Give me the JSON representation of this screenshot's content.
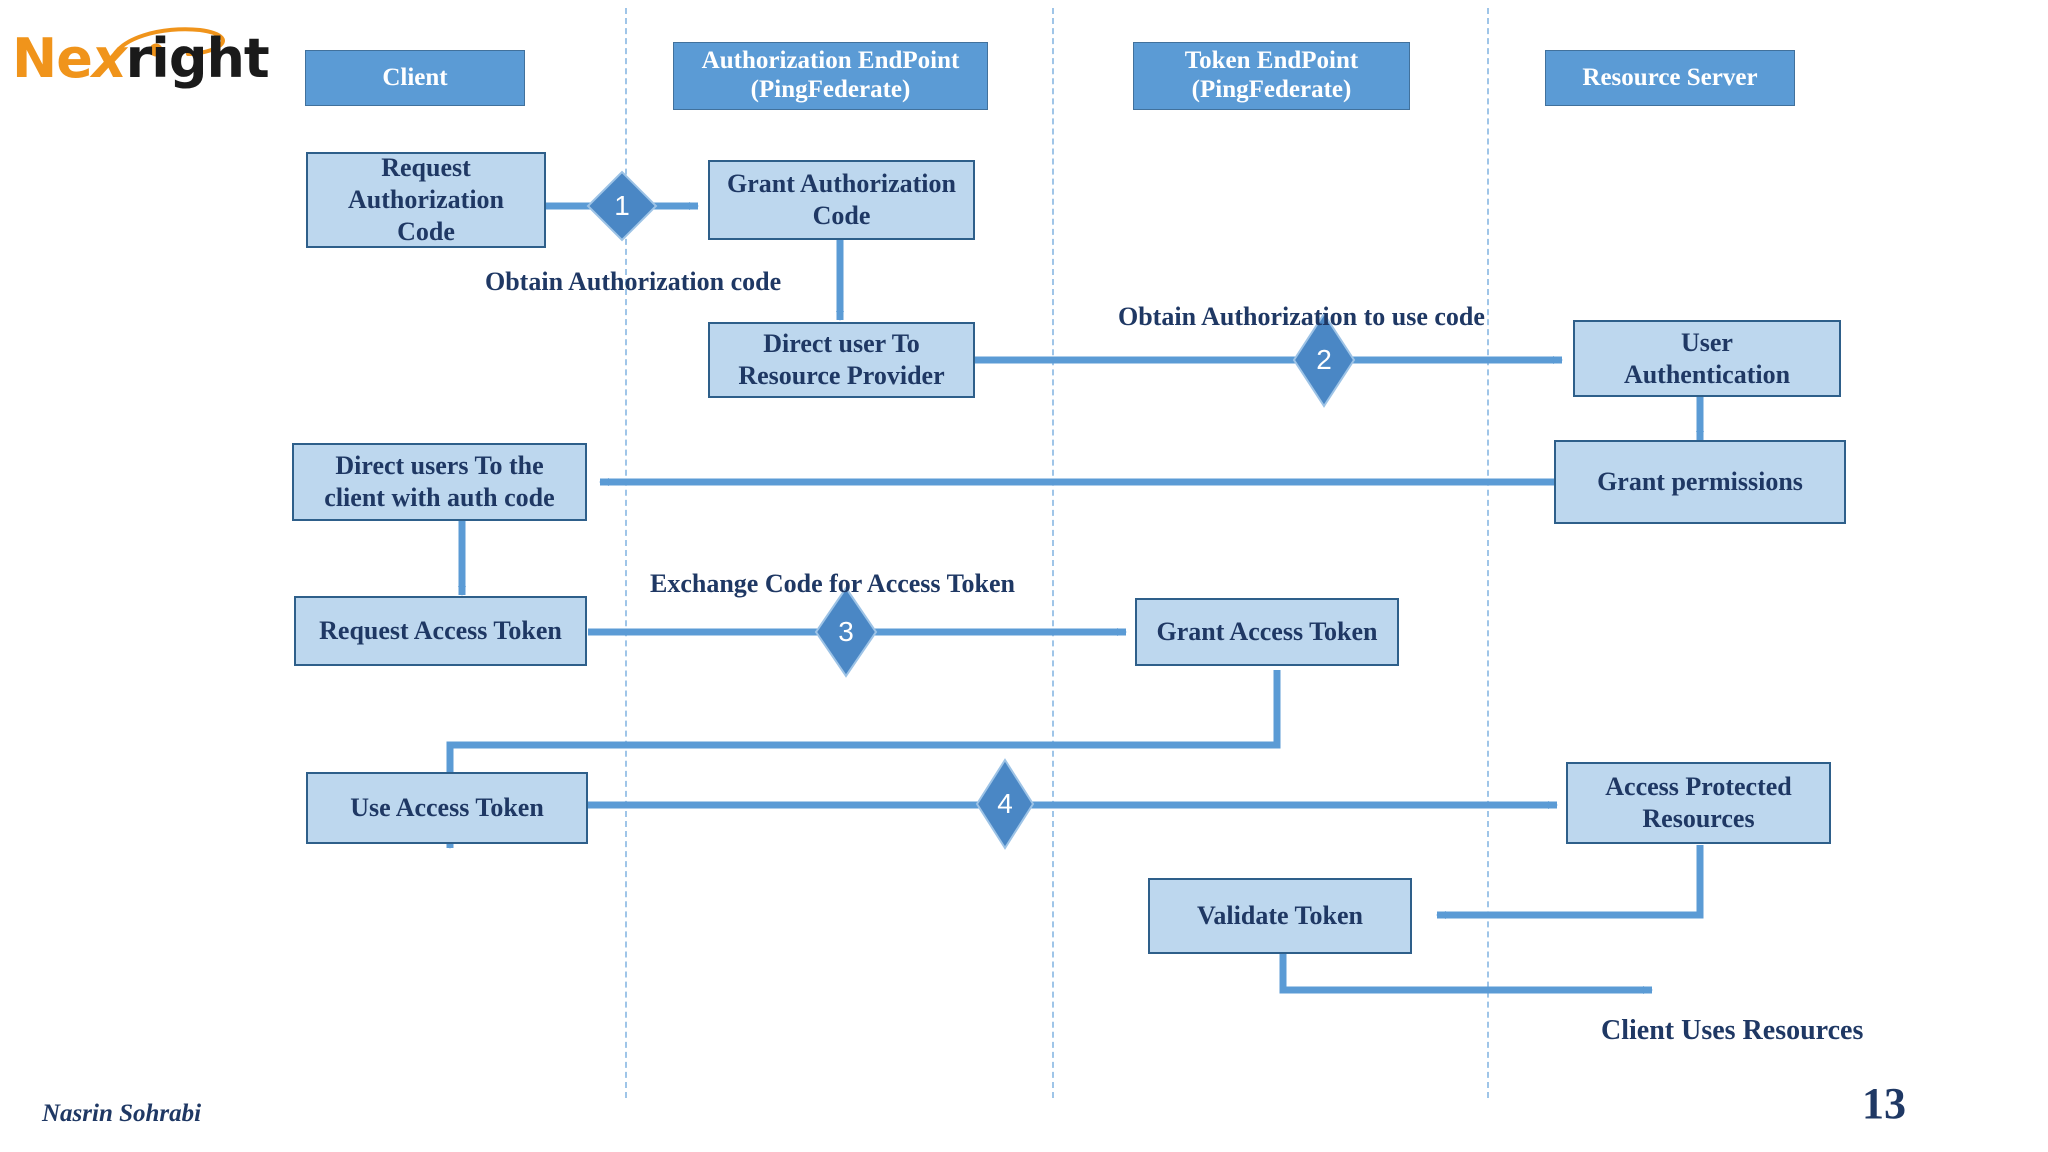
{
  "slide": {
    "logo": {
      "part1": "Ne",
      "part2": "x",
      "part3": "right",
      "accent_color": "#F0941B",
      "text_color": "#1a1a1a"
    },
    "author": "Nasrin Sohrabi",
    "page_number": "13",
    "theme": {
      "lane_header_fill": "#5B9BD5",
      "lane_header_border": "#41719C",
      "lane_header_text": "#FFFFFF",
      "box_fill": "#BDD7EE",
      "box_border": "#2E5F8A",
      "box_text": "#1F3864",
      "arrow_color": "#5B9BD5",
      "divider_color": "#9FC5E8",
      "label_text": "#1F3864"
    }
  },
  "lanes": [
    {
      "id": "client",
      "label": "Client"
    },
    {
      "id": "authz",
      "label": "Authorization EndPoint\n(PingFederate)",
      "line1": "Authorization EndPoint",
      "line2": "(PingFederate)"
    },
    {
      "id": "token",
      "label": "Token EndPoint\n(PingFederate)",
      "line1": "Token EndPoint",
      "line2": "(PingFederate)"
    },
    {
      "id": "resource",
      "label": "Resource Server"
    }
  ],
  "nodes": [
    {
      "id": "request-authorization-code",
      "line1": "Request",
      "line2": "Authorization",
      "line3": "Code"
    },
    {
      "id": "grant-authorization-code",
      "line1": "Grant Authorization",
      "line2": "Code"
    },
    {
      "id": "direct-user-to-resource-provider",
      "line1": "Direct user To",
      "line2": "Resource Provider"
    },
    {
      "id": "user-authentication",
      "line1": "User",
      "line2": "Authentication"
    },
    {
      "id": "grant-permissions",
      "line1": "Grant permissions"
    },
    {
      "id": "direct-users-to-client",
      "line1": "Direct users To the",
      "line2": "client with auth code"
    },
    {
      "id": "request-access-token",
      "line1": "Request Access Token"
    },
    {
      "id": "grant-access-token",
      "line1": "Grant Access Token"
    },
    {
      "id": "use-access-token",
      "line1": "Use Access Token"
    },
    {
      "id": "access-protected-resources",
      "line1": "Access Protected",
      "line2": "Resources"
    },
    {
      "id": "validate-token",
      "line1": "Validate Token"
    }
  ],
  "step_markers": [
    {
      "id": "step-1",
      "number": "1"
    },
    {
      "id": "step-2",
      "number": "2"
    },
    {
      "id": "step-3",
      "number": "3"
    },
    {
      "id": "step-4",
      "number": "4"
    }
  ],
  "annotations": [
    {
      "id": "obtain-authorization-code",
      "text": "Obtain Authorization code"
    },
    {
      "id": "obtain-authorization-to-use-code",
      "text": "Obtain Authorization to use  code"
    },
    {
      "id": "exchange-code-for-access-token",
      "text": "Exchange Code for Access Token"
    },
    {
      "id": "client-uses-resources",
      "text": "Client Uses Resources"
    }
  ]
}
